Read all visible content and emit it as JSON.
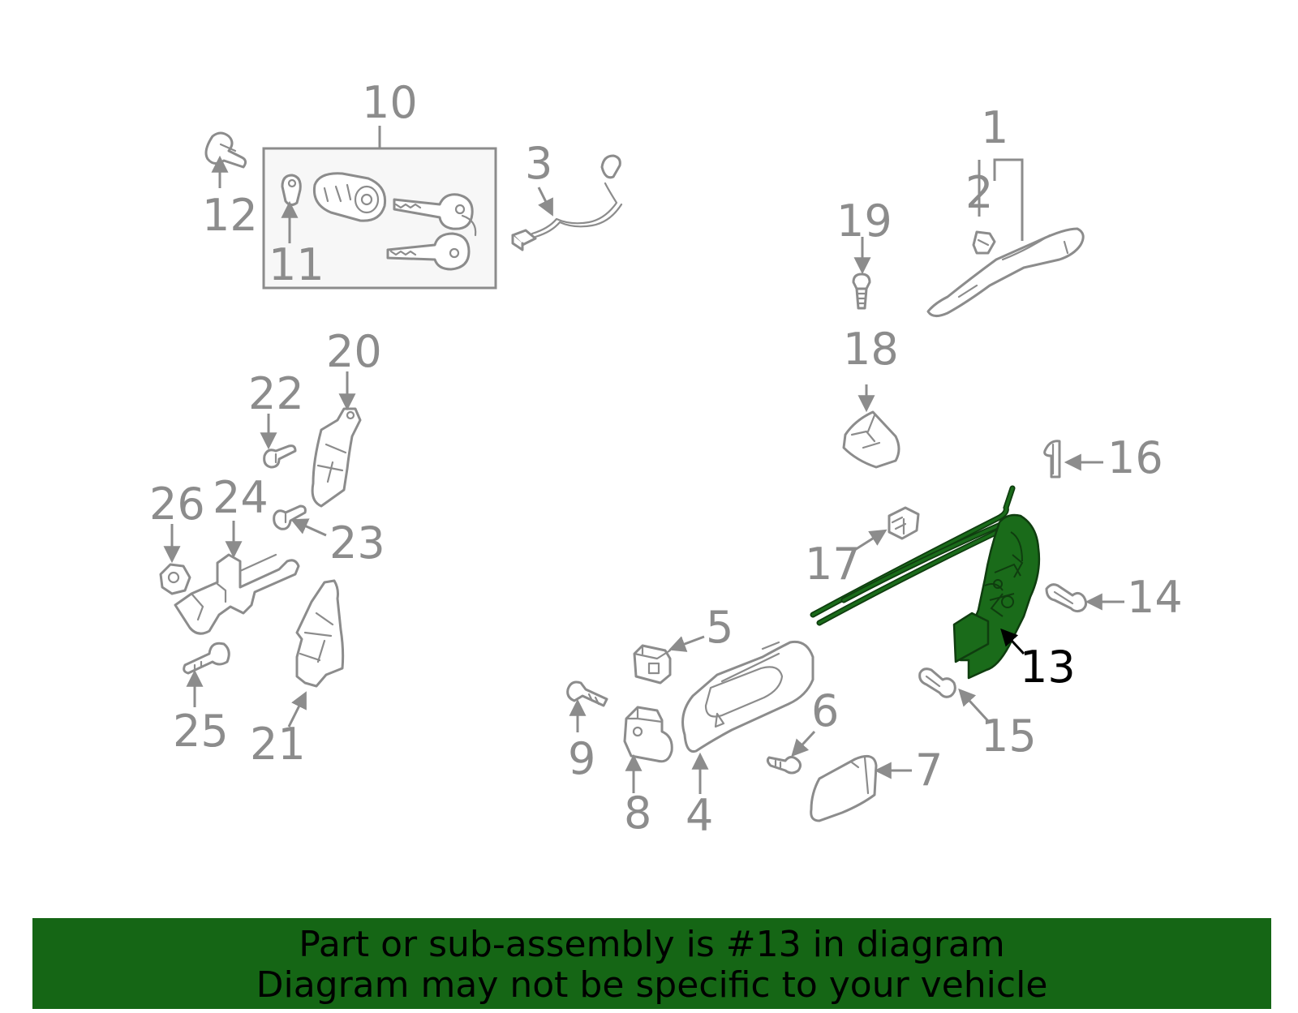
{
  "diagram": {
    "callouts": [
      "1",
      "2",
      "3",
      "4",
      "5",
      "6",
      "7",
      "8",
      "9",
      "10",
      "11",
      "12",
      "13",
      "14",
      "15",
      "16",
      "17",
      "18",
      "19",
      "20",
      "21",
      "22",
      "23",
      "24",
      "25",
      "26"
    ],
    "highlighted_part": "13"
  },
  "banner": {
    "line1": "Part or sub-assembly is #13 in diagram",
    "line2": "Diagram may not be specific to your vehicle",
    "color": "#156615"
  }
}
